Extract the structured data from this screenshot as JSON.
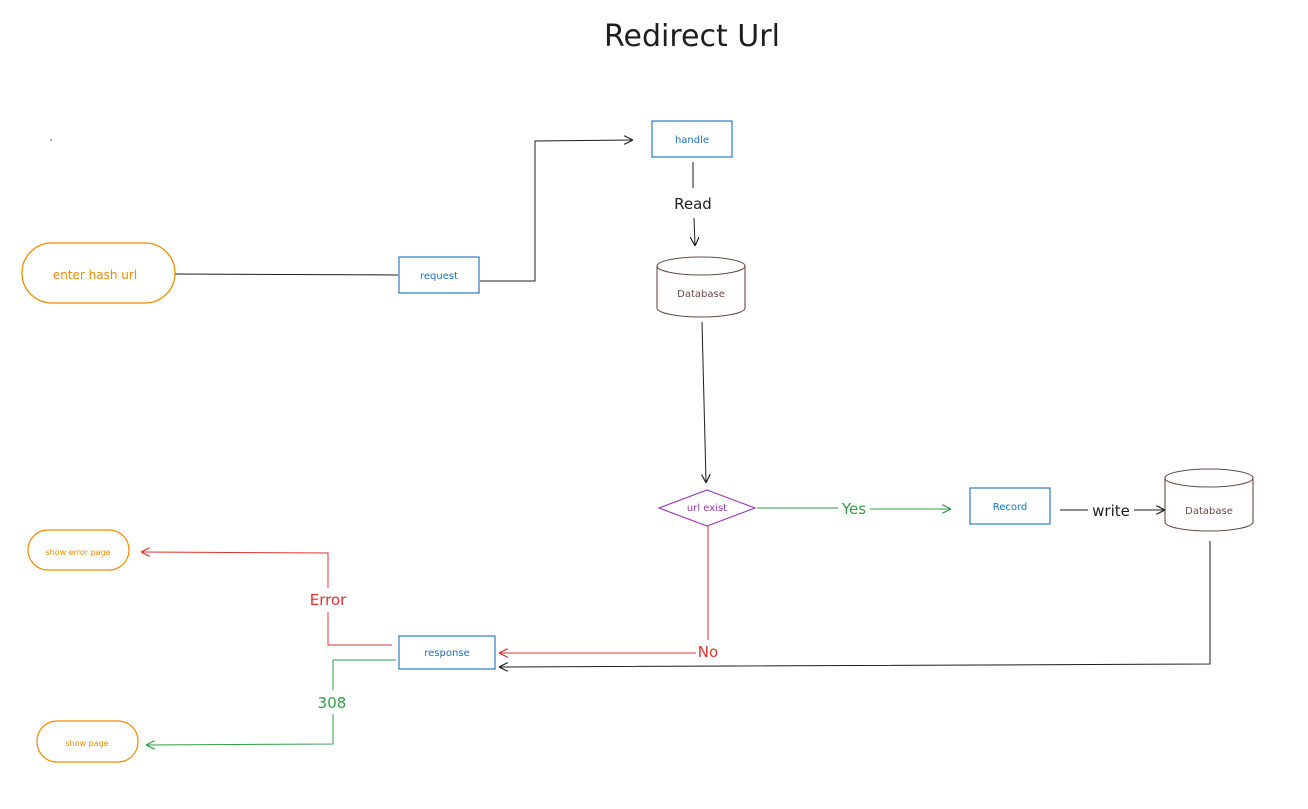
{
  "title": "Redirect Url",
  "colors": {
    "orange": "#f08c00",
    "blue": "#1971c2",
    "brown": "#6b4a44",
    "purple": "#9c36b5",
    "green": "#2f9e44",
    "red": "#e03131",
    "black": "#1e1e1e"
  },
  "nodes": {
    "enter_hash_url": "enter hash url",
    "request": "request",
    "handle": "handle",
    "database_read": "Database",
    "url_exist": "url exist",
    "record": "Record",
    "database_write": "Database",
    "response": "response",
    "show_error_page": "show error page",
    "show_page": "show page"
  },
  "edges": {
    "read": "Read",
    "yes": "Yes",
    "write": "write",
    "no": "No",
    "error": "Error",
    "code_308": "308"
  }
}
